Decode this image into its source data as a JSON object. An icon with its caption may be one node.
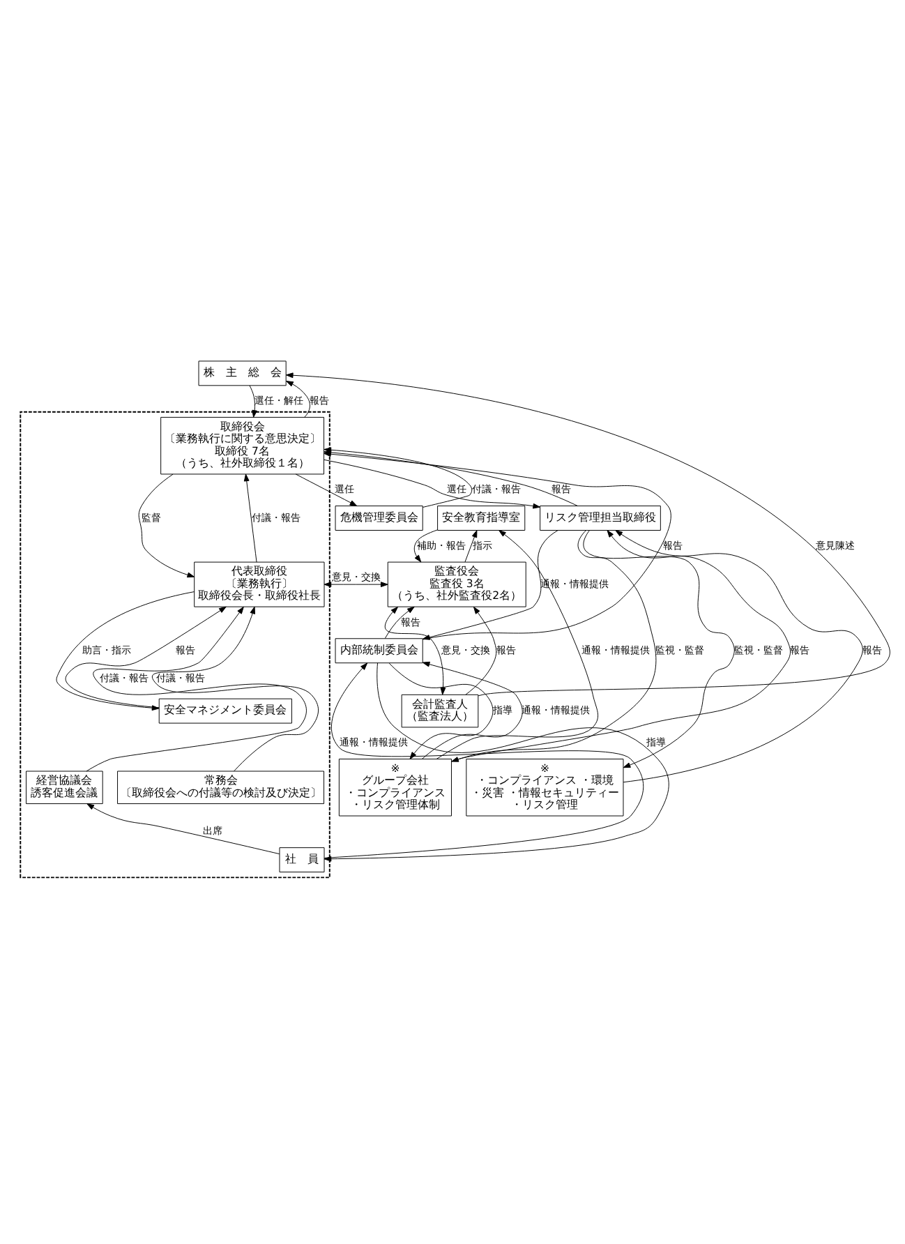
{
  "diagram": {
    "nodes": [
      {
        "text": [
          "株　主　総　会"
        ]
      },
      {
        "text": [],
        "shape": "box"
      },
      {
        "text": [
          "取締役会",
          "〔業務執行に関する意思決定〕",
          "取締役 7名",
          "（うち、社外取締役１名）"
        ],
        "in": 1
      },
      {
        "text": [
          "危機管理委員会"
        ]
      },
      {
        "text": [
          "安全教育指導室"
        ]
      },
      {
        "text": [
          "リスク管理担当取締役"
        ]
      },
      {
        "text": [
          "代表取締役",
          "〔業務執行〕",
          "取締役会長・取締役社長"
        ],
        "in": 1
      },
      {
        "text": [
          "監査役会",
          "監査役 3名",
          "（うち、社外監査役2名）"
        ]
      },
      {
        "text": [
          "内部統制委員会"
        ]
      },
      {
        "text": [
          "安全マネジメント委員会"
        ],
        "in": 1
      },
      {
        "text": [
          "会計監査人",
          "（監査法人）"
        ]
      },
      {
        "text": [
          "※",
          "グループ会社",
          "・コンプライアンス",
          "・リスク管理体制"
        ]
      },
      {
        "text": [
          "※",
          "・コンプライアンス ・環境",
          "・災害 ・情報セキュリティー",
          "・リスク管理"
        ]
      },
      {
        "text": [
          "経営協議会",
          "誘客促進会議"
        ],
        "in": 1
      },
      {
        "text": [
          "常務会",
          "〔取締役会への付議等の検討及び決定〕"
        ],
        "in": 1
      },
      {
        "text": [
          "社　員"
        ],
        "in": 1
      }
    ],
    "edges": [
      {
        "from": 0,
        "to": 2,
        "arrow": "to",
        "label": "選任・解任"
      },
      {
        "from": 2,
        "to": 0,
        "arrow": "to",
        "label": "報告"
      },
      {
        "from": 2,
        "to": 3,
        "arrow": "to",
        "label": "選任"
      },
      {
        "from": 3,
        "to": 2,
        "arrow": "to",
        "label": "付議・報告"
      },
      {
        "from": 5,
        "to": 2,
        "arrow": "to",
        "label": "報告"
      },
      {
        "from": 2,
        "to": 5,
        "arrow": "to",
        "label": "選任"
      },
      {
        "from": 2,
        "to": 6,
        "arrow": "to",
        "label": "監督"
      },
      {
        "from": 6,
        "to": 2,
        "arrow": "to",
        "label": "付議・報告"
      },
      {
        "from": 8,
        "to": 2,
        "arrow": "to",
        "label": "報告"
      },
      {
        "from": 7,
        "to": 4,
        "arrow": "to",
        "label": "指示"
      },
      {
        "from": 4,
        "to": 7,
        "arrow": "to",
        "label": "補助・報告"
      },
      {
        "from": 6,
        "to": 7,
        "arrow": "both",
        "label": "意見・交換"
      },
      {
        "from": 8,
        "to": 7,
        "arrow": "to",
        "label": "報告"
      },
      {
        "from": 7,
        "to": 10,
        "arrow": "both",
        "label": "意見・交換"
      },
      {
        "from": 10,
        "to": 7,
        "arrow": "to",
        "label": "報告"
      },
      {
        "from": 10,
        "to": 0,
        "arrow": "to",
        "label": "意見陳述"
      },
      {
        "from": 5,
        "to": 11,
        "arrow": "to",
        "label": "監視・監督"
      },
      {
        "from": 11,
        "to": 5,
        "arrow": "to",
        "label": "報告"
      },
      {
        "from": 12,
        "to": 5,
        "arrow": "to",
        "label": "報告"
      },
      {
        "from": 5,
        "to": 12,
        "arrow": "to",
        "label": "監視・監督"
      },
      {
        "from": 5,
        "to": 8,
        "arrow": "to",
        "label": "通報・情報提供"
      },
      {
        "from": 6,
        "to": 9,
        "arrow": "to",
        "label": "助言・指示"
      },
      {
        "from": 9,
        "to": 6,
        "arrow": "to",
        "label": "報告"
      },
      {
        "from": 13,
        "to": 6,
        "arrow": "to",
        "label": "付議・報告"
      },
      {
        "from": 14,
        "to": 6,
        "arrow": "to",
        "label": "付議・報告"
      },
      {
        "from": 15,
        "to": 13,
        "arrow": "to",
        "label": "出席"
      },
      {
        "from": 8,
        "to": 15,
        "arrow": "to",
        "label": "指導"
      },
      {
        "from": 15,
        "to": 8,
        "arrow": "to",
        "label": "通報・情報提供"
      },
      {
        "from": 8,
        "to": 11,
        "arrow": "to",
        "label": "指導"
      },
      {
        "from": 11,
        "to": 8,
        "arrow": "to",
        "label": "通報・情報提供"
      },
      {
        "from": 11,
        "to": 4,
        "arrow": "to",
        "label": "通報・情報提供"
      }
    ]
  }
}
